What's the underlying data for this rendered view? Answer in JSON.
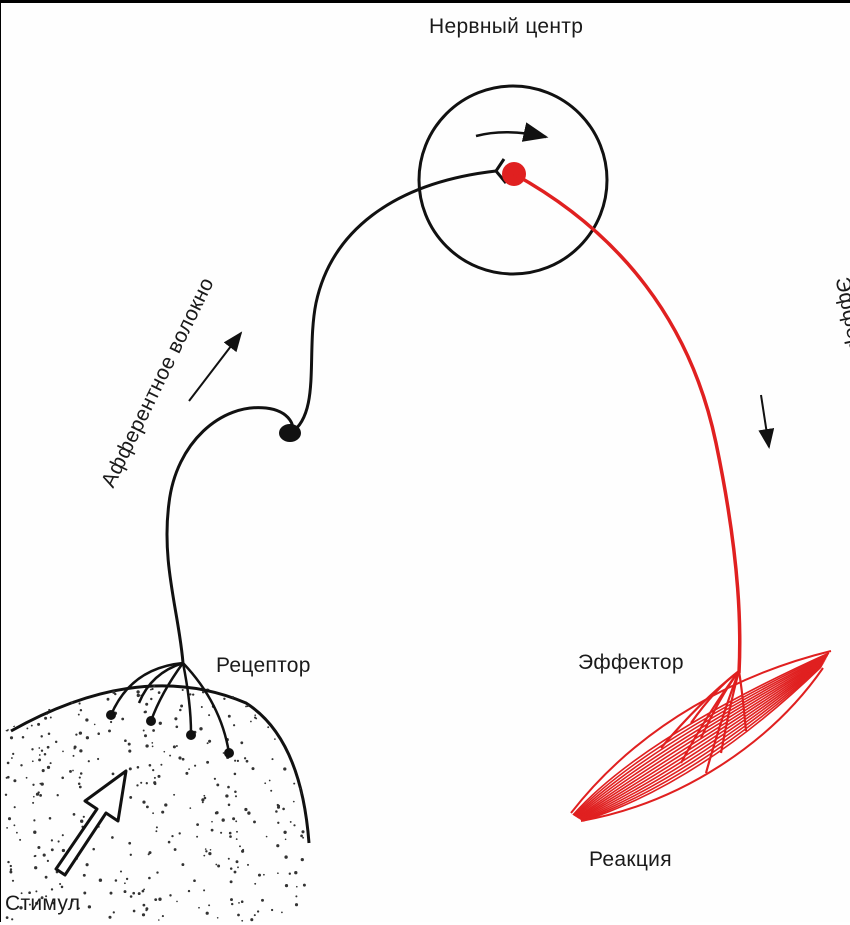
{
  "labels": {
    "nerve_center": "Нервный центр",
    "afferent_fiber": "Афферентное волокно",
    "efferent_fiber": "Эфферентное волокно",
    "receptor": "Рецептор",
    "effector": "Эффектор",
    "reaction": "Реакция",
    "stimulus": "Стимул"
  },
  "colors": {
    "afferent": "#111111",
    "efferent": "#e02020",
    "text": "#1a1a1a"
  }
}
